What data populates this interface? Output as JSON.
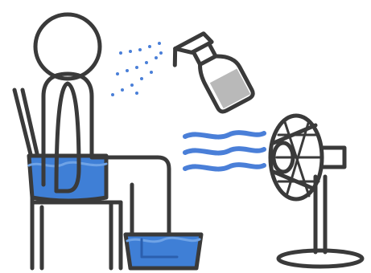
{
  "colors": {
    "outline": "#3a3a3a",
    "water": "#3f7fd6",
    "water_light": "#6fa3e6",
    "breeze": "#4a7fd8",
    "bottle_liquid": "#b9b9b9",
    "background": "#ffffff"
  },
  "figures": {
    "person": "seated-person-outline",
    "chair": "chair-outline",
    "hip_basin": "water-basin-hip",
    "foot_basin": "water-basin-feet",
    "spray_bottle": "spray-bottle-icon",
    "mist": "water-mist-droplets",
    "breeze": "air-flow-waves",
    "fan": "electric-fan-icon"
  }
}
